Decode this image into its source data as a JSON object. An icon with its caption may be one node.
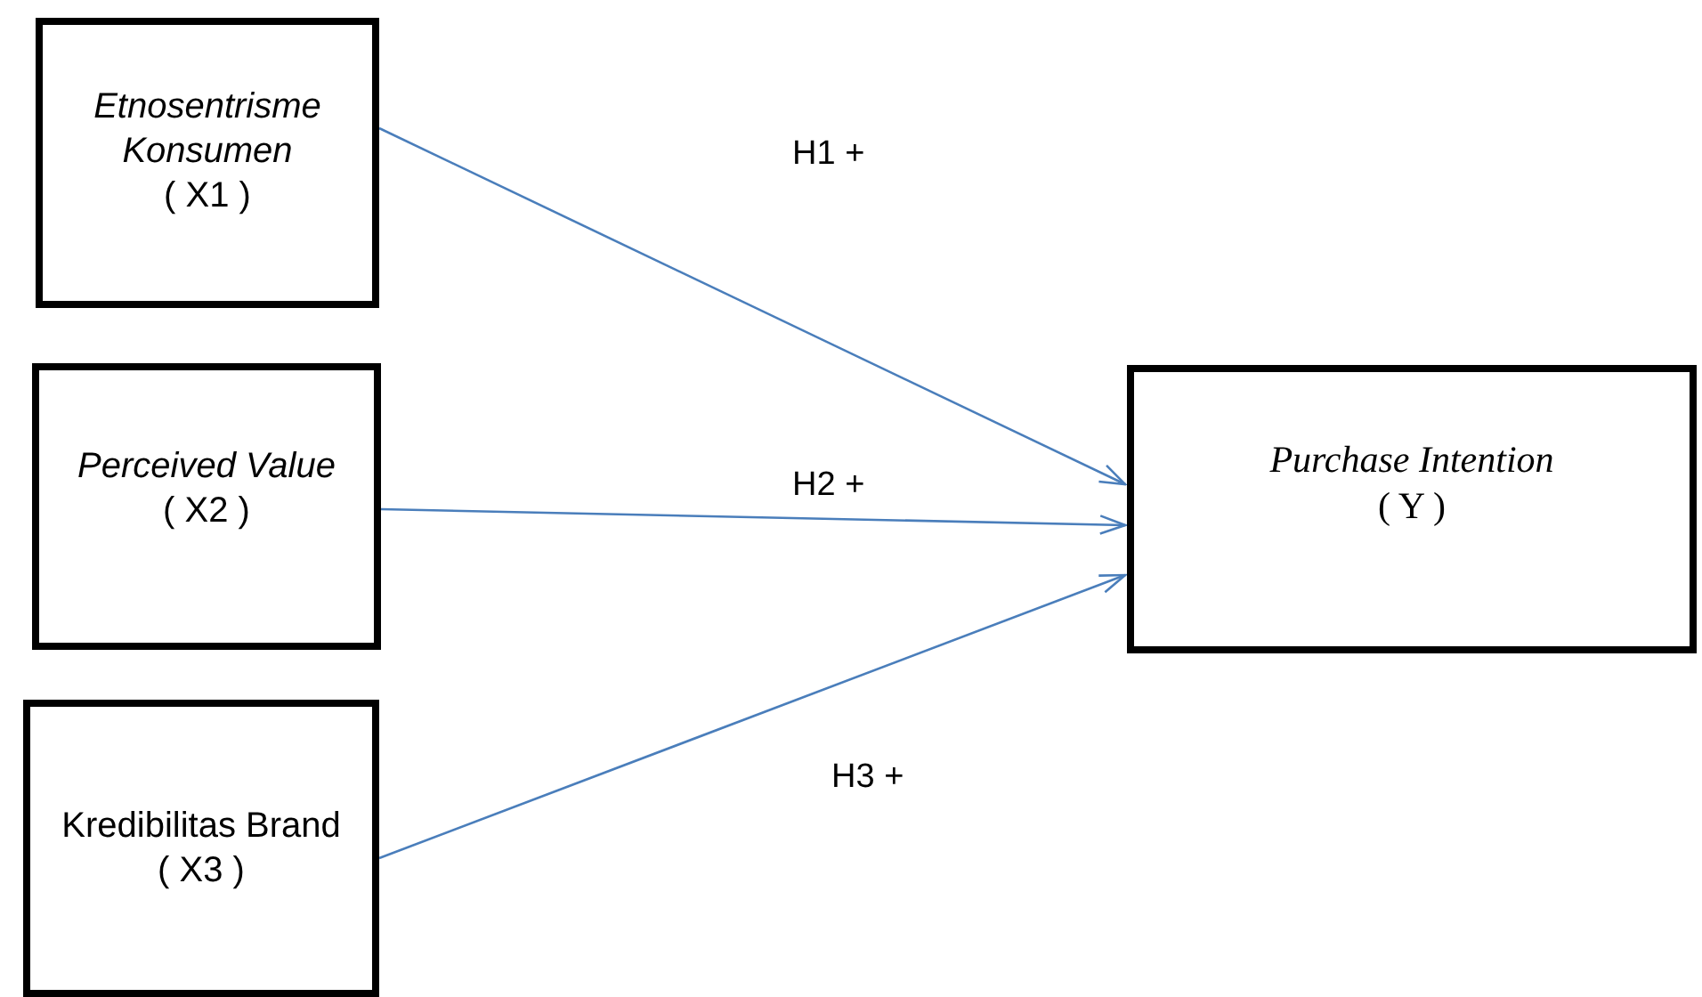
{
  "diagram": {
    "nodes": [
      {
        "text": [
          "Etnosentrisme Konsumen",
          "( X1 )"
        ]
      },
      {
        "text": [
          "Perceived Value",
          "( X2 )"
        ]
      },
      {
        "text": [
          "Kredibilitas Brand",
          "( X3 )"
        ]
      },
      {
        "text": [
          "Purchase Intention",
          "( Y )"
        ]
      }
    ],
    "edges": [
      {
        "from": 0,
        "to": 3,
        "arrow": "to",
        "label": "H1 +"
      },
      {
        "from": 1,
        "to": 3,
        "arrow": "to",
        "label": "H2 +"
      },
      {
        "from": 2,
        "to": 3,
        "arrow": "to",
        "label": "H3 +"
      }
    ]
  }
}
